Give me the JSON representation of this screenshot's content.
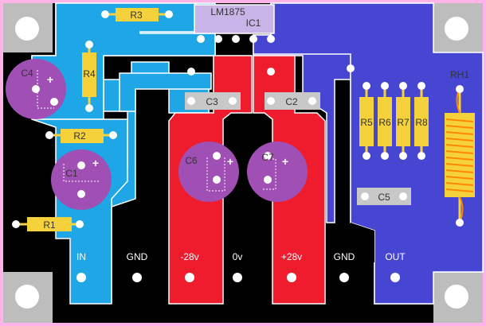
{
  "colors": {
    "background": "#ffb3e6",
    "board_black": "#000000",
    "trace_cyan": "#1ea6e6",
    "trace_blue": "#4646d2",
    "trace_red": "#ee1c2c",
    "component_yellow": "#f5d23c",
    "capacitor_purple": "#a050b4",
    "cap_gray": "#c8c8c8",
    "ic_lavender": "#c8b4e6",
    "heatsink_gray": "#bdbdbd",
    "resistor_orange": "#ff8800"
  },
  "components": {
    "ic1": {
      "part": "LM1875",
      "ref": "IC1"
    },
    "r1": "R1",
    "r2": "R2",
    "r3": "R3",
    "r4": "R4",
    "r5": "R5",
    "r6": "R6",
    "r7": "R7",
    "r8": "R8",
    "rh1": "RH1",
    "c1": "C1",
    "c2": "C2",
    "c3": "C3",
    "c4": "C4",
    "c5": "C5",
    "c6": "C6",
    "c7": "C7",
    "polarity_mark": "+"
  },
  "terminals": [
    "IN",
    "GND",
    "-28v",
    "0v",
    "+28v",
    "GND",
    "OUT"
  ]
}
